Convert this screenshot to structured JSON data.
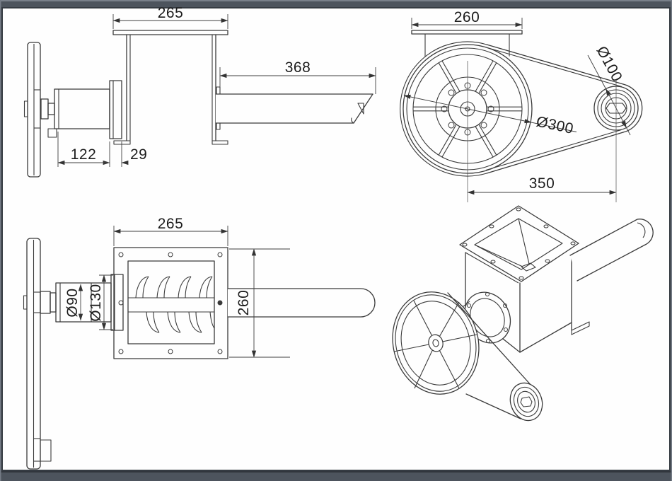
{
  "window": {
    "frame_color": "#4d545d",
    "canvas_color": "#fefefe",
    "line_color": "#3a3a3a"
  },
  "drawing": {
    "type": "cad-orthographic-drawing",
    "subject": "screw conveyor auger feeder with belt drive",
    "views": {
      "side": {
        "label": "side-view",
        "dims": {
          "flange_width": "265",
          "tube_length": "368",
          "drive_length": "122",
          "plate_thickness": "29"
        }
      },
      "front": {
        "label": "front-view",
        "dims": {
          "flange_width": "260",
          "small_pulley_diameter": "Ø100",
          "wheel_diameter": "Ø300",
          "center_distance": "350"
        }
      },
      "plan": {
        "label": "plan-view",
        "dims": {
          "flange_width": "265",
          "motor_diameter": "Ø90",
          "housing_diameter": "Ø130",
          "flange_depth": "260"
        }
      },
      "isometric": {
        "label": "isometric-view"
      }
    }
  }
}
